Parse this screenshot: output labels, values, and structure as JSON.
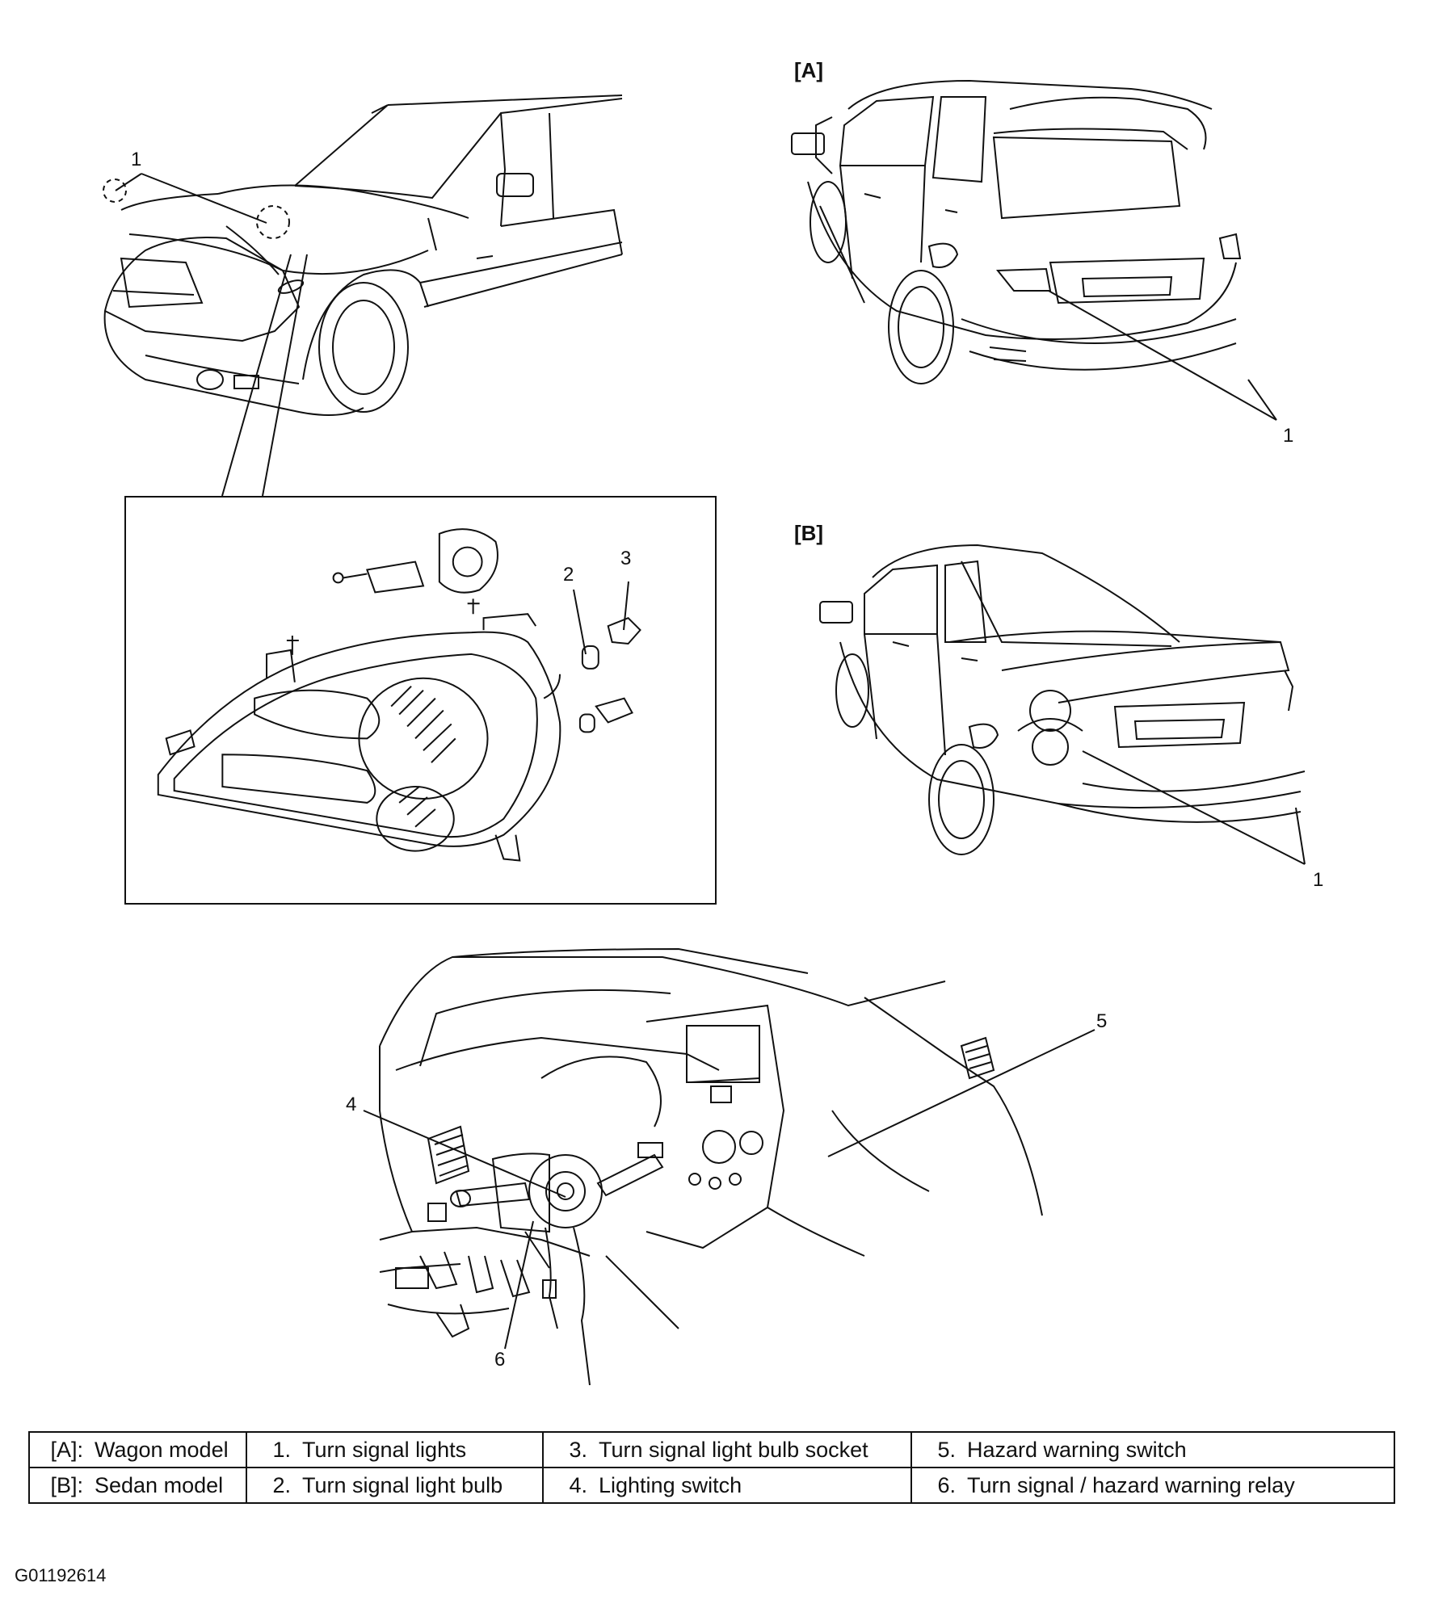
{
  "views": {
    "a_tag": "[A]",
    "b_tag": "[B]"
  },
  "callouts": {
    "front_1": "1",
    "wagon_1": "1",
    "sedan_1": "1",
    "detail_2": "2",
    "detail_3": "3",
    "dash_4": "4",
    "dash_5": "5",
    "dash_6": "6"
  },
  "legend": {
    "row1": {
      "tag": "[A]:",
      "tag_text": "Wagon model",
      "n1": "1.",
      "t1": "Turn signal lights",
      "n2": "3.",
      "t2": "Turn signal light bulb socket",
      "n3": "5.",
      "t3": "Hazard warning switch"
    },
    "row2": {
      "tag": "[B]:",
      "tag_text": "Sedan model",
      "n1": "2.",
      "t1": "Turn signal light bulb",
      "n2": "4.",
      "t2": "Lighting switch",
      "n3": "6.",
      "t3": "Turn signal / hazard warning relay"
    }
  },
  "figure_id": "G01192614"
}
